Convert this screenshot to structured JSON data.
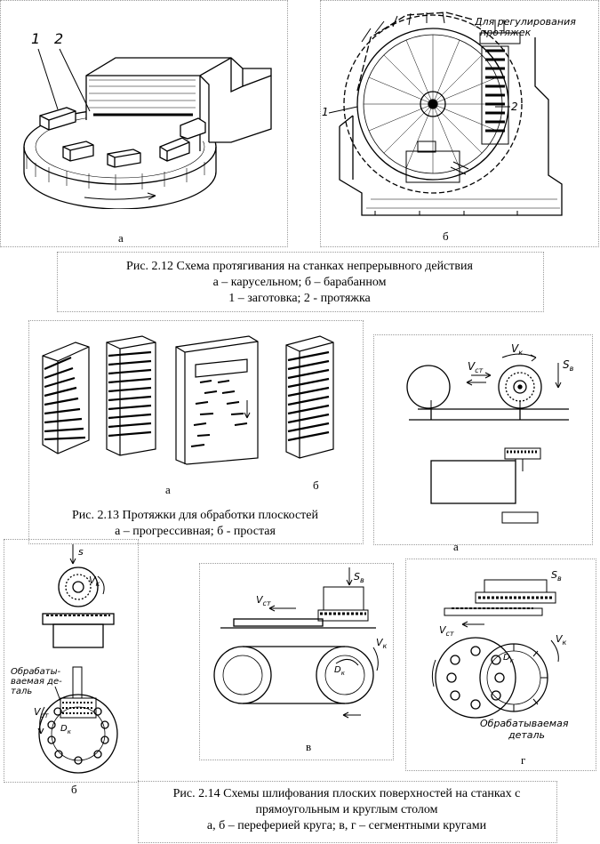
{
  "fig212": {
    "label_a": "а",
    "label_b": "б",
    "callout_1": "1",
    "callout_2": "2",
    "callout_b1": "1",
    "callout_b2": "2",
    "note_top_1": "Для регулирования",
    "note_top_2": "протяжек",
    "caption": {
      "line1": "Рис. 2.12 Схема протягивания на станках непрерывного действия",
      "line2": "а – карусельном; б – барабанном",
      "line3": "1 – заготовка; 2 - протяжка"
    }
  },
  "fig213": {
    "label_a": "а",
    "label_b": "б",
    "caption": {
      "line1": "Рис. 2.13 Протяжки для обработки плоскостей",
      "line2": "а – прогрессивная; б - простая"
    }
  },
  "fig214": {
    "label_a": "а",
    "label_b": "б",
    "label_v": "в",
    "label_g": "г",
    "vct": "V",
    "vct_sub": "ст",
    "vk": "V",
    "vk_sub": "к",
    "sv": "S",
    "sv_sub": "в",
    "s": "s",
    "dk": "D",
    "dk_sub": "к",
    "workpiece_b": [
      "Обрабаты-",
      "ваемая де-",
      "таль"
    ],
    "workpiece_g": [
      "Обрабатываемая",
      "деталь"
    ],
    "caption": {
      "line1": "Рис. 2.14 Схемы шлифования плоских поверхностей на станках с",
      "line2": "прямоугольным и круглым столом",
      "line3": "а, б – переферией круга; в, г – сегментными кругами"
    }
  }
}
